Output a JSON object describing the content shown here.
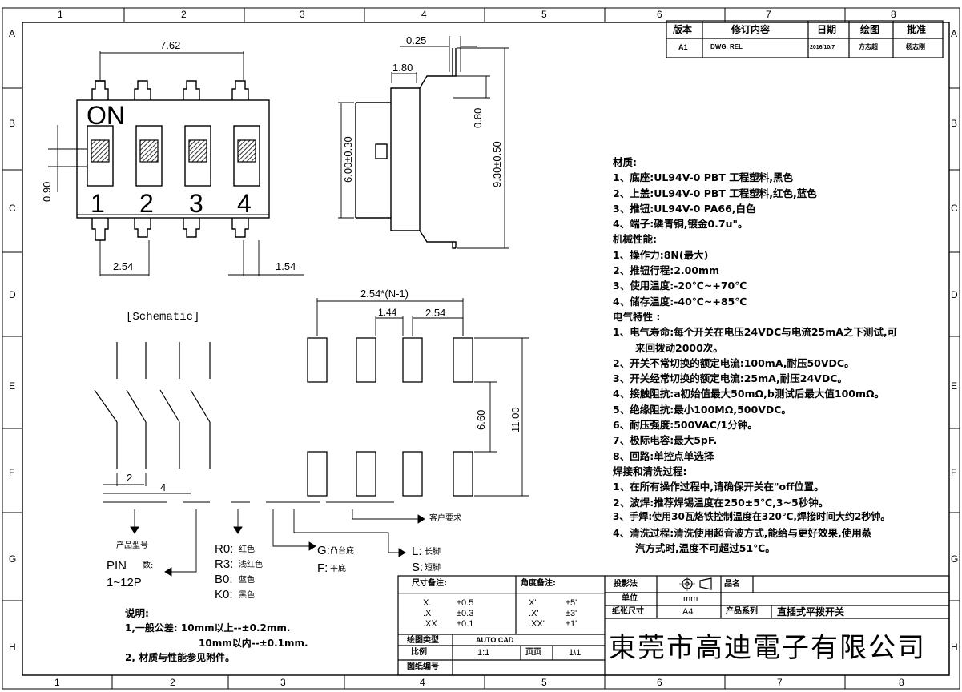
{
  "zones": {
    "cols_top": [
      "1",
      "2",
      "3",
      "4",
      "5",
      "6",
      "7",
      "8"
    ],
    "cols_bottom": [
      "1",
      "2",
      "3",
      "4",
      "5",
      "6",
      "7",
      "8"
    ],
    "rows": [
      "A",
      "B",
      "C",
      "D",
      "E",
      "F",
      "G",
      "H"
    ]
  },
  "revision_table": {
    "headers": [
      "版本",
      "修订内容",
      "日期",
      "绘图",
      "批准"
    ],
    "row": [
      "A1",
      "DWG. REL",
      "2016/10/7",
      "方志超",
      "杨志刚"
    ]
  },
  "top_view": {
    "dim_pitch_total": "7.62",
    "dim_height": "0.90",
    "dim_pitch": "2.54",
    "dim_pad": "1.54",
    "on_label": "ON",
    "switch_numbers": [
      "1",
      "2",
      "3",
      "4"
    ]
  },
  "side_view": {
    "dim_lead_thickness": "0.25",
    "dim_lead_length": "1.80",
    "dim_standoff": "0.80",
    "dim_body_height": "6.00±0.30",
    "dim_overall": "9.30±0.50"
  },
  "footprint": {
    "dim_span": "2.54*(N-1)",
    "dim_pad_width": "1.44",
    "dim_pitch": "2.54",
    "dim_row_gap": "6.60",
    "dim_row_span": "11.00"
  },
  "schematic": {
    "title": "[Schematic]",
    "dim_small": "2",
    "dim_large": "4"
  },
  "part_number": {
    "product_type": "产品型号",
    "pin_label": "PIN",
    "pin_sub": "数:",
    "pin_range": "1~12P",
    "colors": [
      {
        "code": "R0:",
        "name": "红色"
      },
      {
        "code": "R3:",
        "name": "浅红色"
      },
      {
        "code": "B0:",
        "name": "蓝色"
      },
      {
        "code": "K0:",
        "name": "黑色"
      }
    ],
    "base": [
      {
        "code": "G:",
        "name": "凸台底"
      },
      {
        "code": "F:",
        "name": "平底"
      }
    ],
    "legs": [
      {
        "code": "L:",
        "name": "长脚"
      },
      {
        "code": "S:",
        "name": "短脚"
      }
    ],
    "customer": "客户要求"
  },
  "notes": {
    "title": "说明:",
    "lines": [
      "1,一般公差:  10mm以上--±0.2mm.",
      "10mm以内--±0.1mm.",
      "2, 材质与性能参见附件。"
    ]
  },
  "spec": [
    "材质:",
    "1、底座:UL94V-0 PBT 工程塑料,黑色",
    "2、上盖:UL94V-0 PBT 工程塑料,红色,蓝色",
    "3、推钮:UL94V-0 PA66,白色",
    "4、端子:磷青铜,镀金0.7u\"。",
    "机械性能:",
    "1、操作力:8N(最大)",
    "2、推钮行程:2.00mm",
    "3、使用温度:-20℃~+70℃",
    "4、储存温度:-40℃~+85℃",
    "电气特性 :",
    "1、电气寿命:每个开关在电压24VDC与电流25mA之下测试,可",
    "来回拨动2000次。",
    "2、开关不常切换的额定电流:100mA,耐压50VDC。",
    "3、开关经常切换的额定电流:25mA,耐压24VDC。",
    "4、接触阻抗:a初始值最大50mΩ,b测试后最大值100mΩ。",
    "5、绝缘阻抗:最小100MΩ,500VDC。",
    "6、耐压强度:500VAC/1分钟。",
    "7、极际电容:最大5pF.",
    "8、回路:单控点单选择",
    "焊接和清洗过程:",
    "1、在所有操作过程中,请确保开关在\"off位置。",
    "2、波焊:推荐焊锡温度在250±5℃,3~5秒钟。",
    "3、手焊:使用30瓦烙铁控制温度在320℃,焊接时间大约2秒钟。",
    "4、清洗过程:清洗使用超音波方式,能给与更好效果,使用蒸",
    "汽方式时,温度不可超过51℃。"
  ],
  "title_block": {
    "dim_tol_label": "尺寸备注:",
    "ang_tol_label": "角度备注:",
    "dim_tols": [
      [
        "X.",
        "±0.5"
      ],
      [
        ".X",
        "±0.3"
      ],
      [
        ".XX",
        "±0.1"
      ]
    ],
    "ang_tols": [
      [
        "X'.",
        "±5'"
      ],
      [
        ".X'",
        "±3'"
      ],
      [
        ".XX'",
        "±1'"
      ]
    ],
    "projection_label": "投影法",
    "product_name_label": "品名",
    "unit_label": "单位",
    "unit_value": "mm",
    "paper_label": "纸张尺寸",
    "paper_value": "A4",
    "series_label": "产品系列",
    "series_value": "直插式平拨开关",
    "software_label": "绘图类型",
    "software_value": "AUTO CAD",
    "scale_label": "比例",
    "scale_value": "1:1",
    "page_label": "页页",
    "page_value": "1\\1",
    "drawing_no_label": "图纸编号",
    "company": "東莞市高迪電子有限公司"
  }
}
